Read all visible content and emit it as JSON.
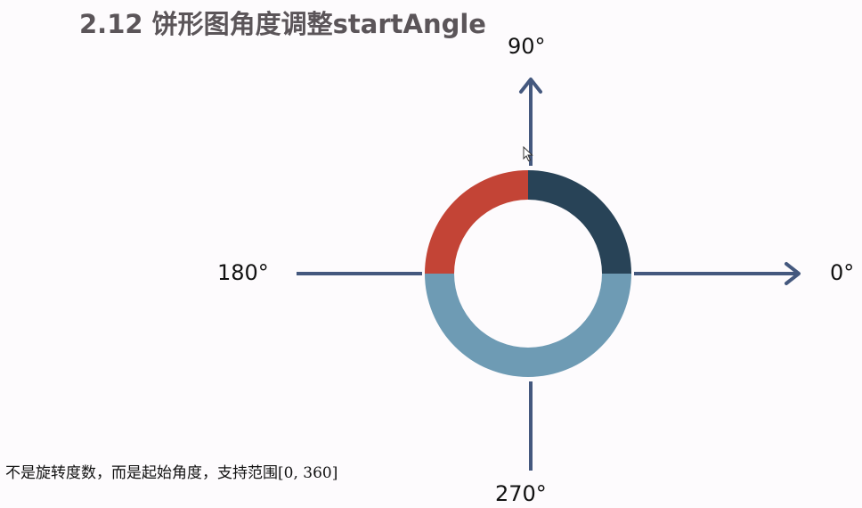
{
  "title": "2.12 饼形图角度调整startAngle",
  "axes": {
    "up_label": "90°",
    "right_label": "0°",
    "left_label": "180°",
    "down_label": "270°"
  },
  "note": "不是旋转度数，而是起始角度，支持范围[0, 360]",
  "chart_data": {
    "type": "pie",
    "style": "donut",
    "start_angle_deg": 0,
    "direction": "counterclockwise",
    "slices": [
      {
        "from_deg": 0,
        "to_deg": 90,
        "color": "#284357"
      },
      {
        "from_deg": 90,
        "to_deg": 180,
        "color": "#c34436"
      },
      {
        "from_deg": 180,
        "to_deg": 360,
        "color": "#6e9bb4"
      }
    ]
  },
  "colors": {
    "axis": "#44587e",
    "title": "#5b5559"
  }
}
